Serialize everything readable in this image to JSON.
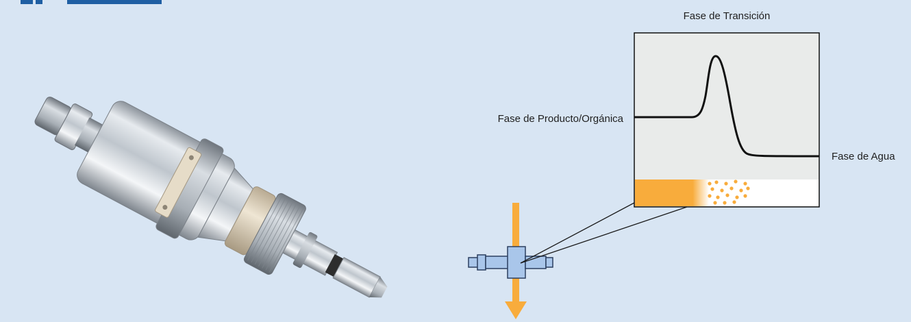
{
  "labels": {
    "transition": "Fase de Transición",
    "product": "Fase de Producto/Orgánica",
    "water": "Fase de Agua"
  },
  "colors": {
    "background": "#d8e5f3",
    "logo": "#1f5fa3",
    "panel_fill": "#e9ebea",
    "signal_line": "#111111",
    "organic_phase": "#f8ac3c",
    "water_phase": "#ffffff",
    "flow_arrow": "#f8ac3c",
    "pipe": "#a9c6ea",
    "pipe_outline": "#2a3f5f",
    "probe_metal": "#c9cfd6"
  },
  "icons": {
    "logo": "company-logo-icon",
    "probe": "sensor-probe-icon",
    "flow": "flow-down-arrow-icon",
    "pipe": "pipe-tee-icon"
  }
}
